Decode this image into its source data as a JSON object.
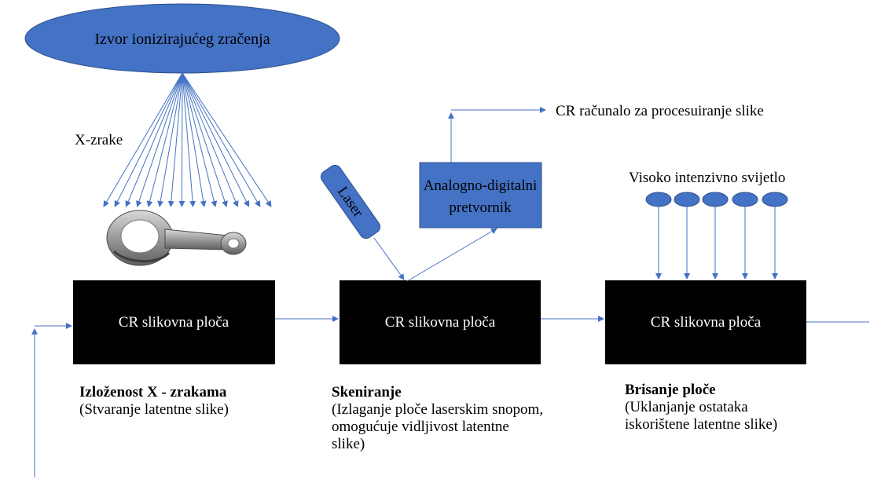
{
  "source": {
    "label": "Izvor ionizirajućeg zračenja"
  },
  "xrays": {
    "label": "X-zrake"
  },
  "laser": {
    "label": "Laser"
  },
  "adc": {
    "line1": "Analogno-digitalni",
    "line2": "pretvornik"
  },
  "computer": {
    "label": "CR računalo za procesuiranje slike"
  },
  "light": {
    "label": "Visoko intenzivno svijetlo"
  },
  "plates": [
    {
      "label": "CR slikovna ploča"
    },
    {
      "label": "CR slikovna ploča"
    },
    {
      "label": "CR slikovna ploča"
    }
  ],
  "steps": [
    {
      "title": "Izloženost X - zrakama",
      "lines": [
        "(Stvaranje latentne slike)"
      ]
    },
    {
      "title": "Skeniranje",
      "lines": [
        "(Izlaganje ploče laserskim snopom,",
        "omogućuje vidljivost latentne",
        "slike)"
      ]
    },
    {
      "title": "Brisanje ploče",
      "lines": [
        "(Uklanjanje ostataka",
        "iskorištene latentne slike)"
      ]
    }
  ],
  "colors": {
    "shape_fill": "#4472c4",
    "shape_stroke": "#2f528f",
    "plate": "#000000",
    "arrow": "#4472c4"
  },
  "icons": {
    "part": "connecting-rod"
  }
}
